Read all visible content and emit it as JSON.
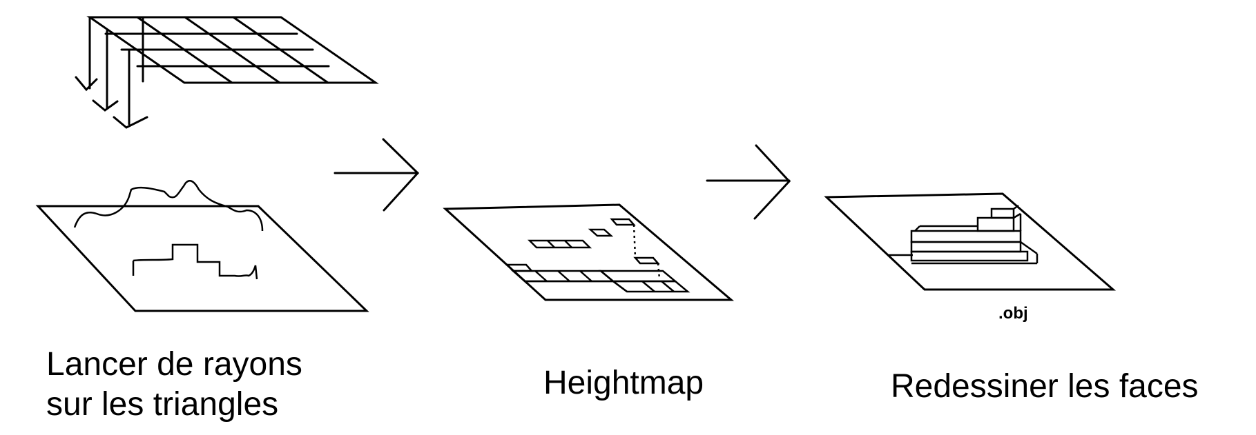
{
  "steps": [
    {
      "caption_line1": "Lancer de rayons",
      "caption_line2": "sur les triangles"
    },
    {
      "caption": "Heightmap"
    },
    {
      "caption": "Redessiner les faces",
      "file_extension": ".obj"
    }
  ]
}
